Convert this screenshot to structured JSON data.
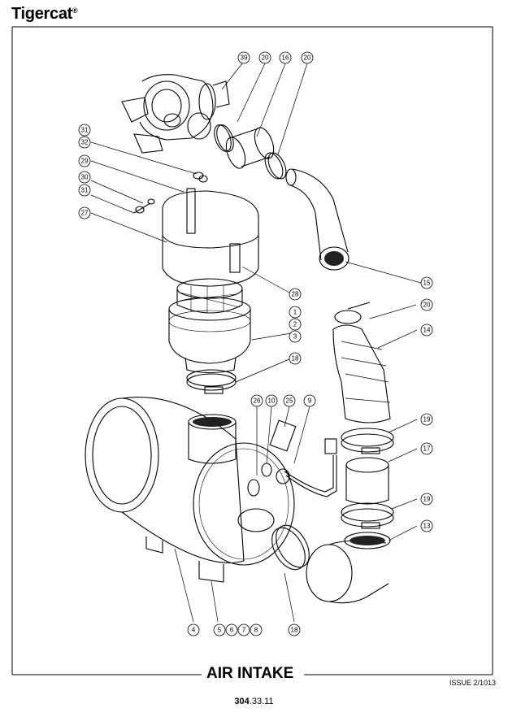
{
  "brand": {
    "name": "Tigercat",
    "mark": "®"
  },
  "title": "AIR INTAKE",
  "issue": "ISSUE 2/1013",
  "page_number": {
    "bold": "304",
    "rest": ".33.11"
  },
  "callouts": {
    "c39": "39",
    "c20a": "20",
    "c16": "16",
    "c20b": "20",
    "c31a": "31",
    "c32": "32",
    "c29": "29",
    "c30": "30",
    "c31b": "31",
    "c27": "27",
    "c15": "15",
    "c28": "28",
    "c1": "1",
    "c2": "2",
    "c3": "3",
    "c18a": "18",
    "c20c": "20",
    "c14": "14",
    "c26": "26",
    "c10": "10",
    "c25": "25",
    "c9": "9",
    "c19a": "19",
    "c17": "17",
    "c19b": "19",
    "c13": "13",
    "c4": "4",
    "c5": "5",
    "c6": "6",
    "c7": "7",
    "c8": "8",
    "c18b": "18"
  }
}
